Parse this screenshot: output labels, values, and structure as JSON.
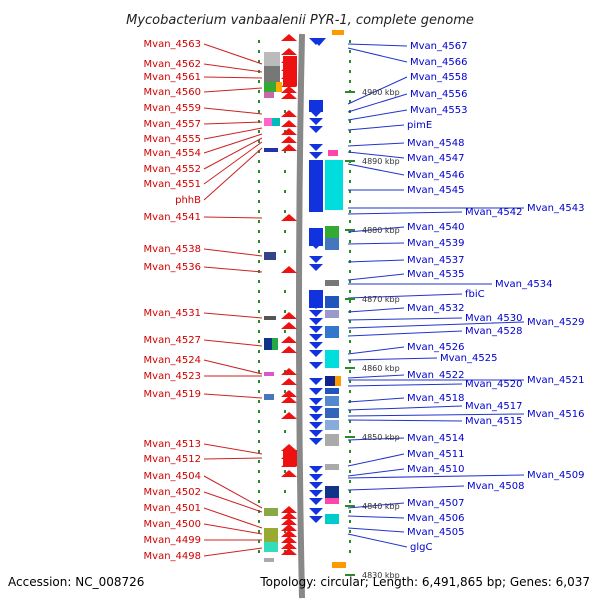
{
  "title": "Mycobacterium vanbaalenii PYR-1, complete genome",
  "footer": {
    "accession": "Accession: NC_008726",
    "topology": "Topology: circular; Length: 6,491,865 bp; Genes: 6,037"
  },
  "colors": {
    "left_labels": "#d00000",
    "right_labels": "#0000cc",
    "backbone": "#888888",
    "tick": "#2a8a2a"
  },
  "kbp_labels": [
    {
      "text": "4900 kbp",
      "kbp": 4900
    },
    {
      "text": "4890 kbp",
      "kbp": 4890
    },
    {
      "text": "4880 kbp",
      "kbp": 4880
    },
    {
      "text": "4870 kbp",
      "kbp": 4870
    },
    {
      "text": "4860 kbp",
      "kbp": 4860
    },
    {
      "text": "4850 kbp",
      "kbp": 4850
    },
    {
      "text": "4840 kbp",
      "kbp": 4840
    },
    {
      "text": "4830 kbp",
      "kbp": 4830
    }
  ],
  "left_labels": [
    "Mvan_4563",
    "Mvan_4562",
    "Mvan_4561",
    "Mvan_4560",
    "Mvan_4559",
    "Mvan_4557",
    "Mvan_4555",
    "Mvan_4554",
    "Mvan_4552",
    "Mvan_4551",
    "phhB",
    "Mvan_4541",
    "Mvan_4538",
    "Mvan_4536",
    "Mvan_4531",
    "Mvan_4527",
    "Mvan_4524",
    "Mvan_4523",
    "Mvan_4519",
    "Mvan_4513",
    "Mvan_4512",
    "Mvan_4504",
    "Mvan_4502",
    "Mvan_4501",
    "Mvan_4500",
    "Mvan_4499",
    "Mvan_4498"
  ],
  "right_labels": [
    "Mvan_4567",
    "Mvan_4566",
    "Mvan_4558",
    "Mvan_4556",
    "Mvan_4553",
    "pimE",
    "Mvan_4548",
    "Mvan_4547",
    "Mvan_4546",
    "Mvan_4545",
    "Mvan_4543",
    "Mvan_4542",
    "Mvan_4540",
    "Mvan_4539",
    "Mvan_4537",
    "Mvan_4535",
    "Mvan_4534",
    "fbiC",
    "Mvan_4532",
    "Mvan_4530",
    "Mvan_4529",
    "Mvan_4528",
    "Mvan_4526",
    "Mvan_4525",
    "Mvan_4522",
    "Mvan_4521",
    "Mvan_4520",
    "Mvan_4518",
    "Mvan_4517",
    "Mvan_4516",
    "Mvan_4515",
    "Mvan_4514",
    "Mvan_4511",
    "Mvan_4510",
    "Mvan_4509",
    "Mvan_4508",
    "Mvan_4507",
    "Mvan_4506",
    "Mvan_4505",
    "glgC"
  ]
}
